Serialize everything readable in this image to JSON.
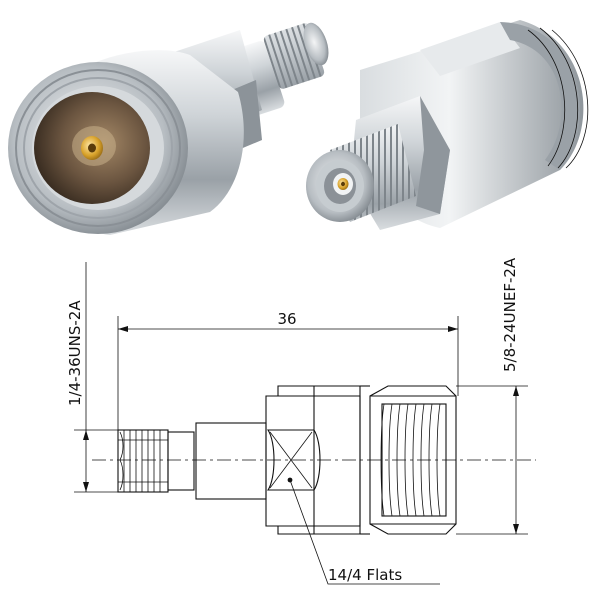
{
  "labels": {
    "length": "36",
    "thread_left": "1/4-36UNS-2A",
    "thread_right": "5/8-24UNEF-2A",
    "flats": "14/4 Flats"
  },
  "colors": {
    "line": "#111111",
    "metal_light": "#eceff1",
    "metal_mid": "#b9bfc4",
    "metal_dark": "#6e757b",
    "gold": "#d8a22a",
    "cavity": "#6b5540"
  }
}
